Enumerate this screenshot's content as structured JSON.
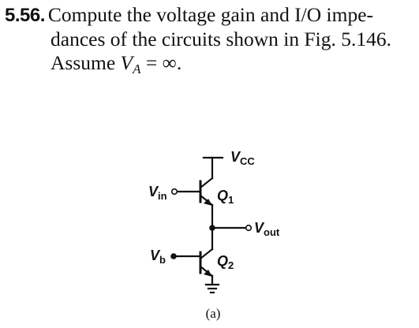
{
  "problem": {
    "number": "5.56.",
    "line1": "Compute the voltage gain and I/O impe-",
    "line2": "dances of the circuits shown in Fig. 5.146.",
    "line3_prefix": "Assume ",
    "var_main": "V",
    "var_sub": "A",
    "line3_suffix": " = ∞."
  },
  "circuit": {
    "vcc": {
      "main": "V",
      "sub": "CC"
    },
    "vin": {
      "main": "V",
      "sub": "in"
    },
    "vout": {
      "main": "V",
      "sub": "out"
    },
    "vb": {
      "main": "V",
      "sub": "b"
    },
    "q1": {
      "main": "Q",
      "sub": "1"
    },
    "q2": {
      "main": "Q",
      "sub": "2"
    },
    "caption": "(a)"
  }
}
